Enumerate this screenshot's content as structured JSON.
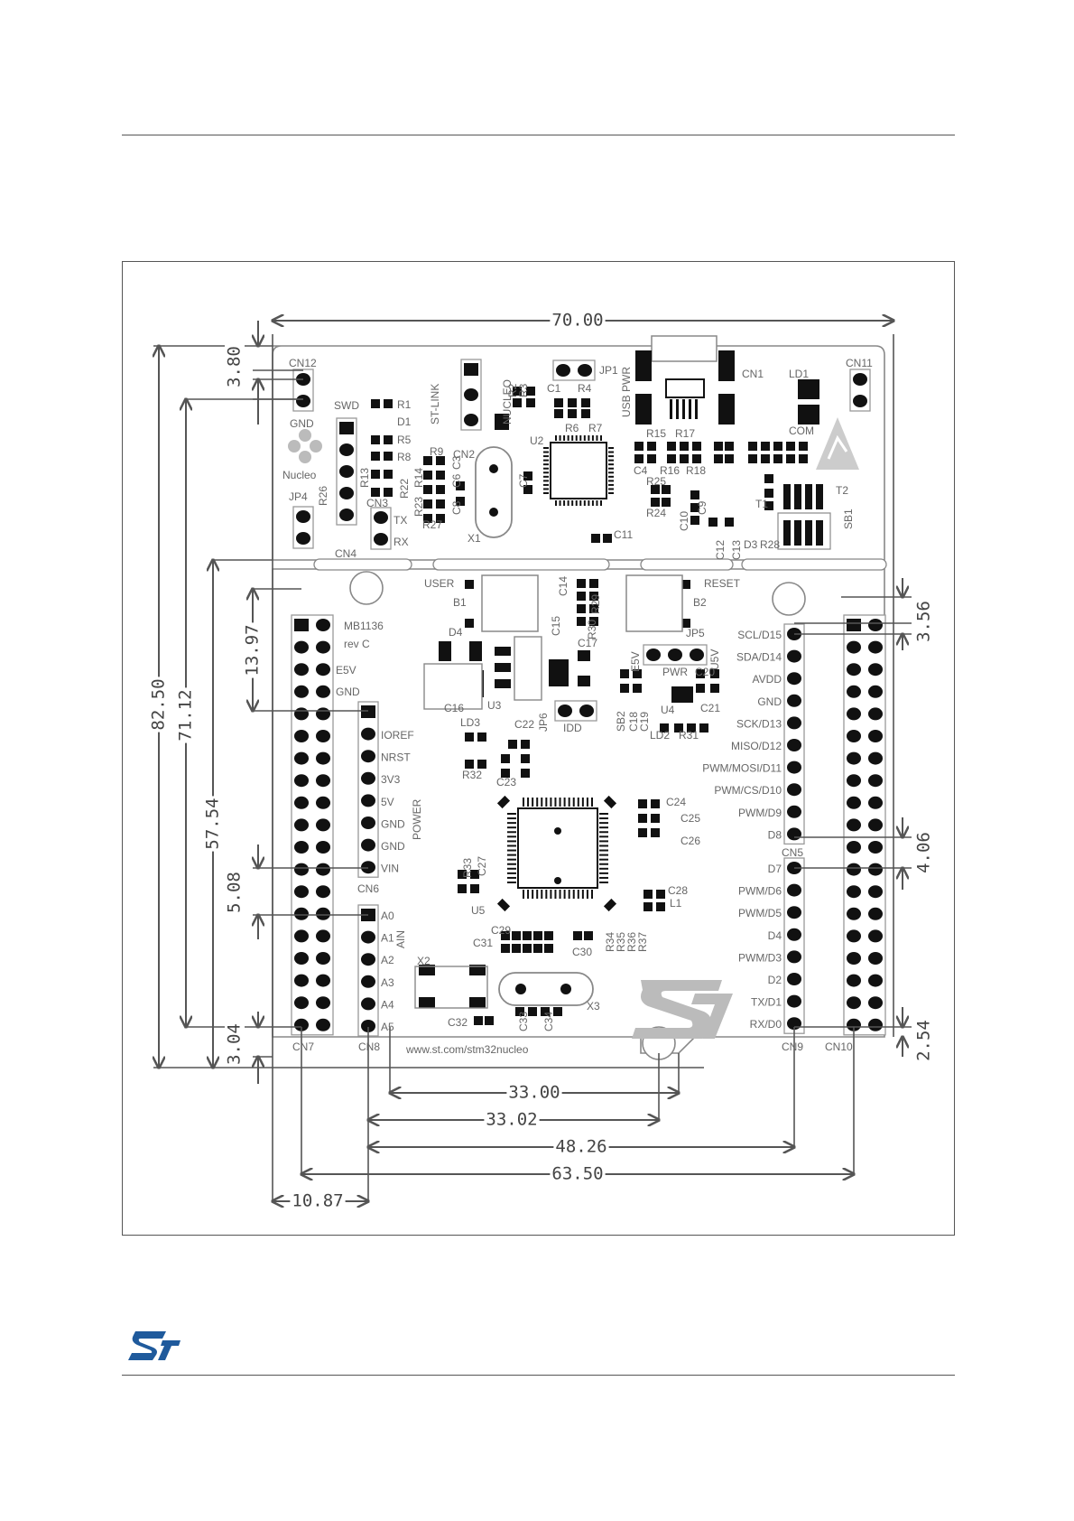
{
  "brand": {
    "logo_alt": "ST"
  },
  "board": {
    "id": "MB1136",
    "rev": "rev C",
    "url": "www.st.com/stm32nucleo",
    "nucleo": "Nucleo",
    "st_link": "ST-LINK",
    "nucleo_tag": "NUCLEO",
    "usb_pwr": "USB PWR",
    "com": "COM",
    "power": "POWER",
    "ain": "AIN"
  },
  "dimensions": {
    "width_top": "70.00",
    "d3_80": "3.80",
    "d82_50": "82.50",
    "d71_12": "71.12",
    "d57_54": "57.54",
    "d13_97": "13.97",
    "d5_08": "5.08",
    "d3_04": "3.04",
    "d3_56": "3.56",
    "d4_06": "4.06",
    "d2_54": "2.54",
    "d33_00": "33.00",
    "d33_02": "33.02",
    "d48_26": "48.26",
    "d63_50": "63.50",
    "d10_87": "10.87"
  },
  "labels": {
    "cn12": "CN12",
    "gnd": "GND",
    "swd": "SWD",
    "r1": "R1",
    "d1": "D1",
    "r5": "R5",
    "r8": "R8",
    "r13": "R13",
    "r26": "R26",
    "jp4": "JP4",
    "cn4": "CN4",
    "cn3": "CN3",
    "tx": "TX",
    "rx": "RX",
    "r22": "R22",
    "r23": "R23",
    "r14": "R14",
    "r27": "R27",
    "r9": "R9",
    "c3": "C3",
    "c6": "C6",
    "c8": "C8",
    "cn2": "CN2",
    "x1": "X1",
    "r2": "R2",
    "r3": "R3",
    "jp1": "JP1",
    "c1": "C1",
    "r4": "R4",
    "r6": "R6",
    "r7": "R7",
    "u2": "U2",
    "c7": "C7",
    "cn1": "CN1",
    "r15": "R15",
    "r17": "R17",
    "c4": "C4",
    "r16": "R16",
    "r18": "R18",
    "r25": "R25",
    "r24": "R24",
    "c10": "C10",
    "c9": "C9",
    "c11": "C11",
    "ld1": "LD1",
    "cn11": "CN11",
    "t1": "T1",
    "t2": "T2",
    "sb1": "SB1",
    "d3": "D3",
    "r28": "R28",
    "c12": "C12",
    "c13": "C13",
    "user": "USER",
    "b1": "B1",
    "reset": "RESET",
    "b2": "B2",
    "c14": "C14",
    "c15": "C15",
    "r29": "R29",
    "r30": "R30",
    "d4": "D4",
    "c16": "C16",
    "u3": "U3",
    "c17": "C17",
    "jp5": "JP5",
    "e5v_h": "E5V",
    "u5v": "U5V",
    "pwr": "PWR",
    "c20": "C20",
    "sb2": "SB2",
    "c18": "C18",
    "c19": "C19",
    "u4": "U4",
    "c21": "C21",
    "ld2": "LD2",
    "r31": "R31",
    "jp6": "JP6",
    "idd": "IDD",
    "ld3": "LD3",
    "c22": "C22",
    "r32": "R32",
    "c23": "C23",
    "c24": "C24",
    "c25": "C25",
    "c26": "C26",
    "r33": "R33",
    "c27": "C27",
    "u5": "U5",
    "c28": "C28",
    "l1": "L1",
    "c29": "C29",
    "c31": "C31",
    "c30": "C30",
    "r34": "R34",
    "r35": "R35",
    "r36": "R36",
    "r37": "R37",
    "x2": "X2",
    "x3": "X3",
    "c32": "C32",
    "c33": "C33",
    "c34": "C34",
    "cn7": "CN7",
    "cn8": "CN8",
    "cn6": "CN6",
    "cn5": "CN5",
    "cn9": "CN9",
    "cn10": "CN10",
    "e5v": "E5V",
    "gnd_l": "GND"
  },
  "cn6_pins": [
    "IOREF",
    "NRST",
    "3V3",
    "5V",
    "GND",
    "GND",
    "VIN"
  ],
  "cn8_pins": [
    "A0",
    "A1",
    "A2",
    "A3",
    "A4",
    "A5"
  ],
  "cn5_pins": [
    "SCL/D15",
    "SDA/D14",
    "AVDD",
    "GND",
    "SCK/D13",
    "MISO/D12",
    "PWM/MOSI/D11",
    "PWM/CS/D10",
    "PWM/D9",
    "D8"
  ],
  "cn9_pins": [
    "D7",
    "PWM/D6",
    "PWM/D5",
    "D4",
    "PWM/D3",
    "D2",
    "TX/D1",
    "RX/D0"
  ]
}
